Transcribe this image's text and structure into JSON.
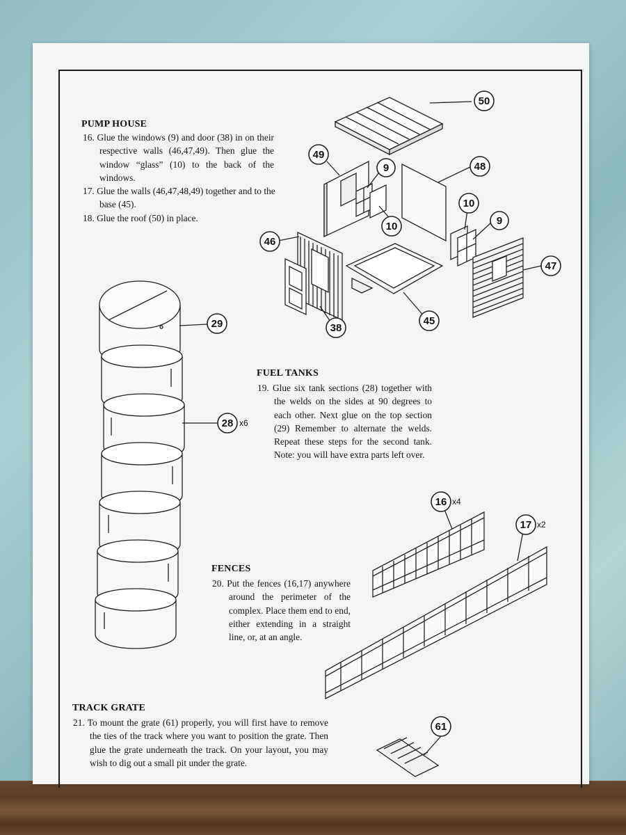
{
  "sections": {
    "pump_house": {
      "title": "PUMP HOUSE",
      "steps": [
        "16. Glue the windows (9) and door (38) in on their respective walls (46,47,49). Then glue the window “glass” (10) to the back of the windows.",
        "17. Glue the walls (46,47,48,49) together and to the base (45).",
        "18. Glue the roof (50) in place."
      ]
    },
    "fuel_tanks": {
      "title": "FUEL TANKS",
      "steps": [
        "19. Glue six tank sections (28) together with the welds on the sides at 90 degrees to each other. Next glue on the top section (29) Remember to alternate the welds. Repeat these steps for the second tank. Note: you will have extra parts left over."
      ]
    },
    "fences": {
      "title": "FENCES",
      "steps": [
        "20. Put the fences (16,17) anywhere around the perimeter of the complex. Place them end to end, either extending in a straight line, or, at an angle."
      ]
    },
    "track_grate": {
      "title": "TRACK GRATE",
      "steps": [
        "21. To mount the grate (61) properly, you will first have to remove the ties of the track where you want to position the grate. Then glue the grate underneath the track. On your layout, you may wish to dig out a small pit under the grate."
      ]
    }
  },
  "part_callouts": {
    "p50": "50",
    "p49": "49",
    "p9a": "9",
    "p48": "48",
    "p10a": "10",
    "p10b": "10",
    "p9b": "9",
    "p46": "46",
    "p47": "47",
    "p38": "38",
    "p45": "45",
    "p29": "29",
    "p28": "28",
    "p28_mult": "x6",
    "p16": "16",
    "p16_mult": "x4",
    "p17": "17",
    "p17_mult": "x2",
    "p61": "61"
  }
}
